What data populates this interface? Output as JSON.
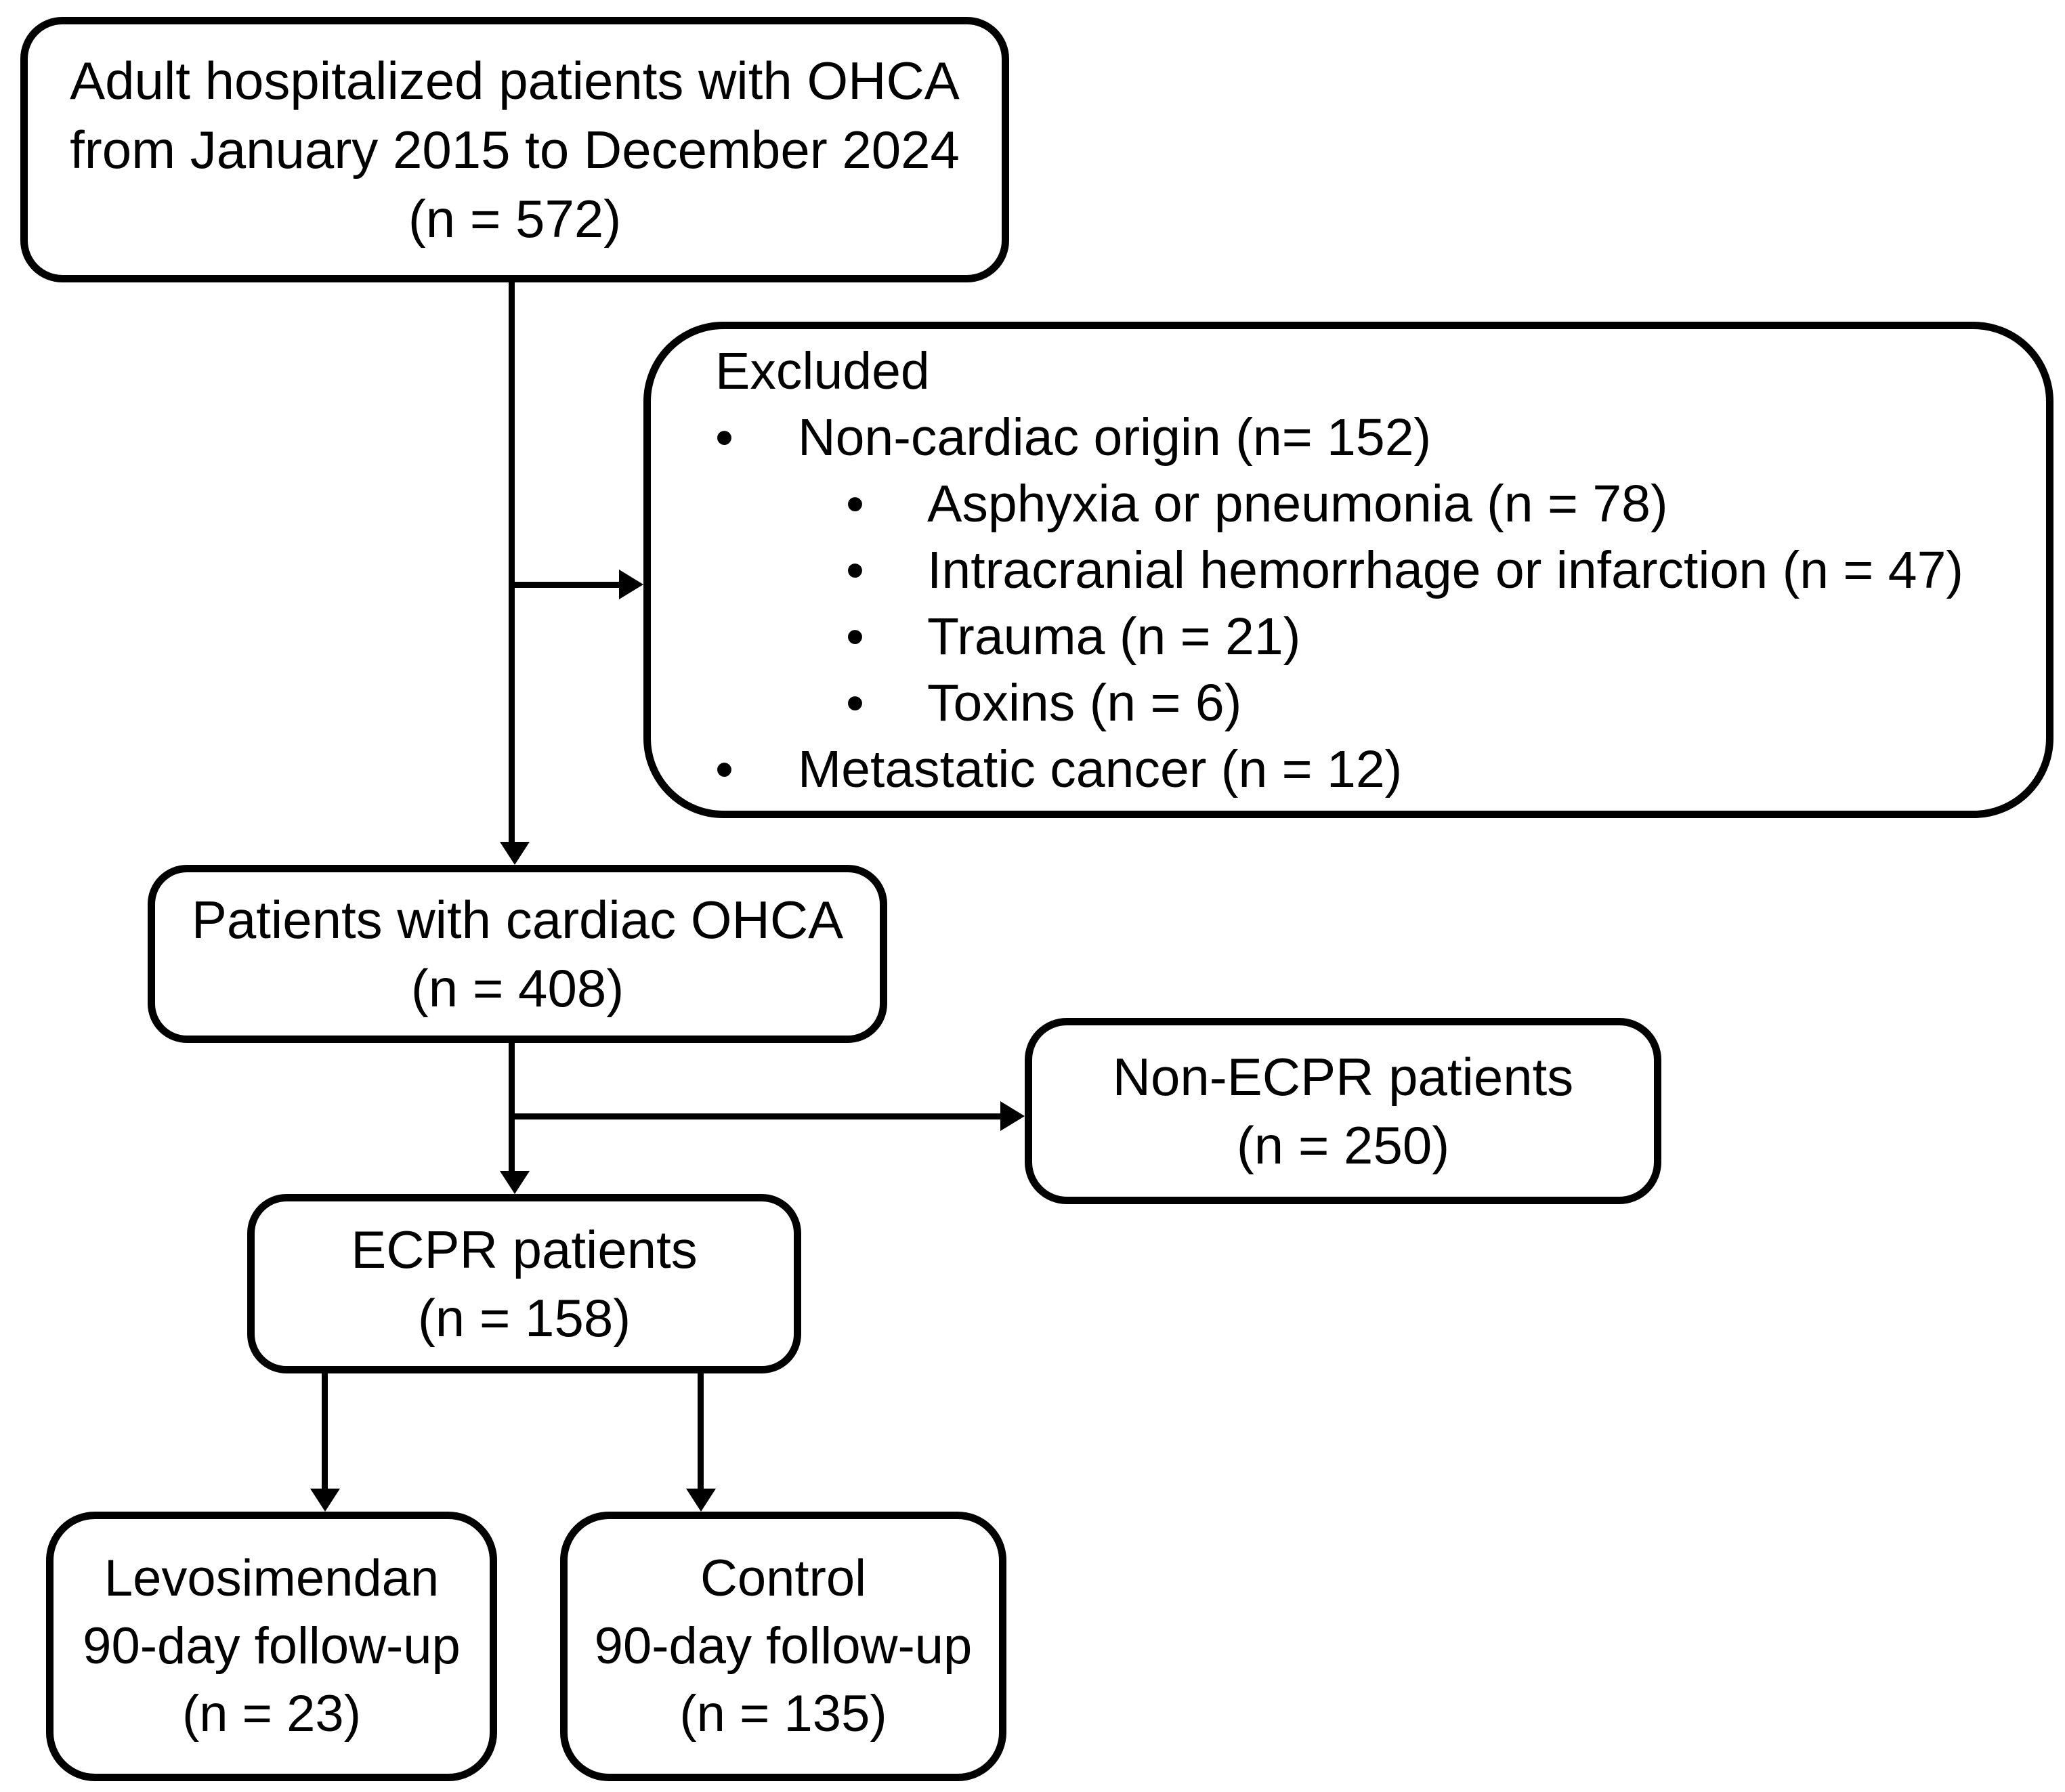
{
  "figure": {
    "type": "flowchart",
    "background_color": "#ffffff",
    "stroke_color": "#000000",
    "bullet_char": "•",
    "boxes": {
      "enrollment": {
        "lines": [
          "Adult hospitalized patients with OHCA",
          "from January 2015 to December 2024",
          "(n = 572)"
        ]
      },
      "excluded": {
        "title": "Excluded",
        "items": [
          {
            "level": 1,
            "text": "Non-cardiac origin (n= 152)"
          },
          {
            "level": 2,
            "text": "Asphyxia or pneumonia (n = 78)"
          },
          {
            "level": 2,
            "text": "Intracranial hemorrhage or infarction (n = 47)"
          },
          {
            "level": 2,
            "text": "Trauma (n = 21)"
          },
          {
            "level": 2,
            "text": "Toxins (n = 6)"
          },
          {
            "level": 1,
            "text": "Metastatic cancer (n = 12)"
          }
        ]
      },
      "cardiac_ohca": {
        "lines": [
          "Patients with cardiac OHCA",
          "(n = 408)"
        ]
      },
      "non_ecpr": {
        "lines": [
          "Non-ECPR patients",
          "(n = 250)"
        ]
      },
      "ecpr": {
        "lines": [
          "ECPR patients",
          "(n = 158)"
        ]
      },
      "levosimendan": {
        "lines": [
          "Levosimendan",
          "90-day follow-up",
          "(n = 23)"
        ]
      },
      "control": {
        "lines": [
          "Control",
          "90-day follow-up",
          "(n = 135)"
        ]
      }
    }
  }
}
